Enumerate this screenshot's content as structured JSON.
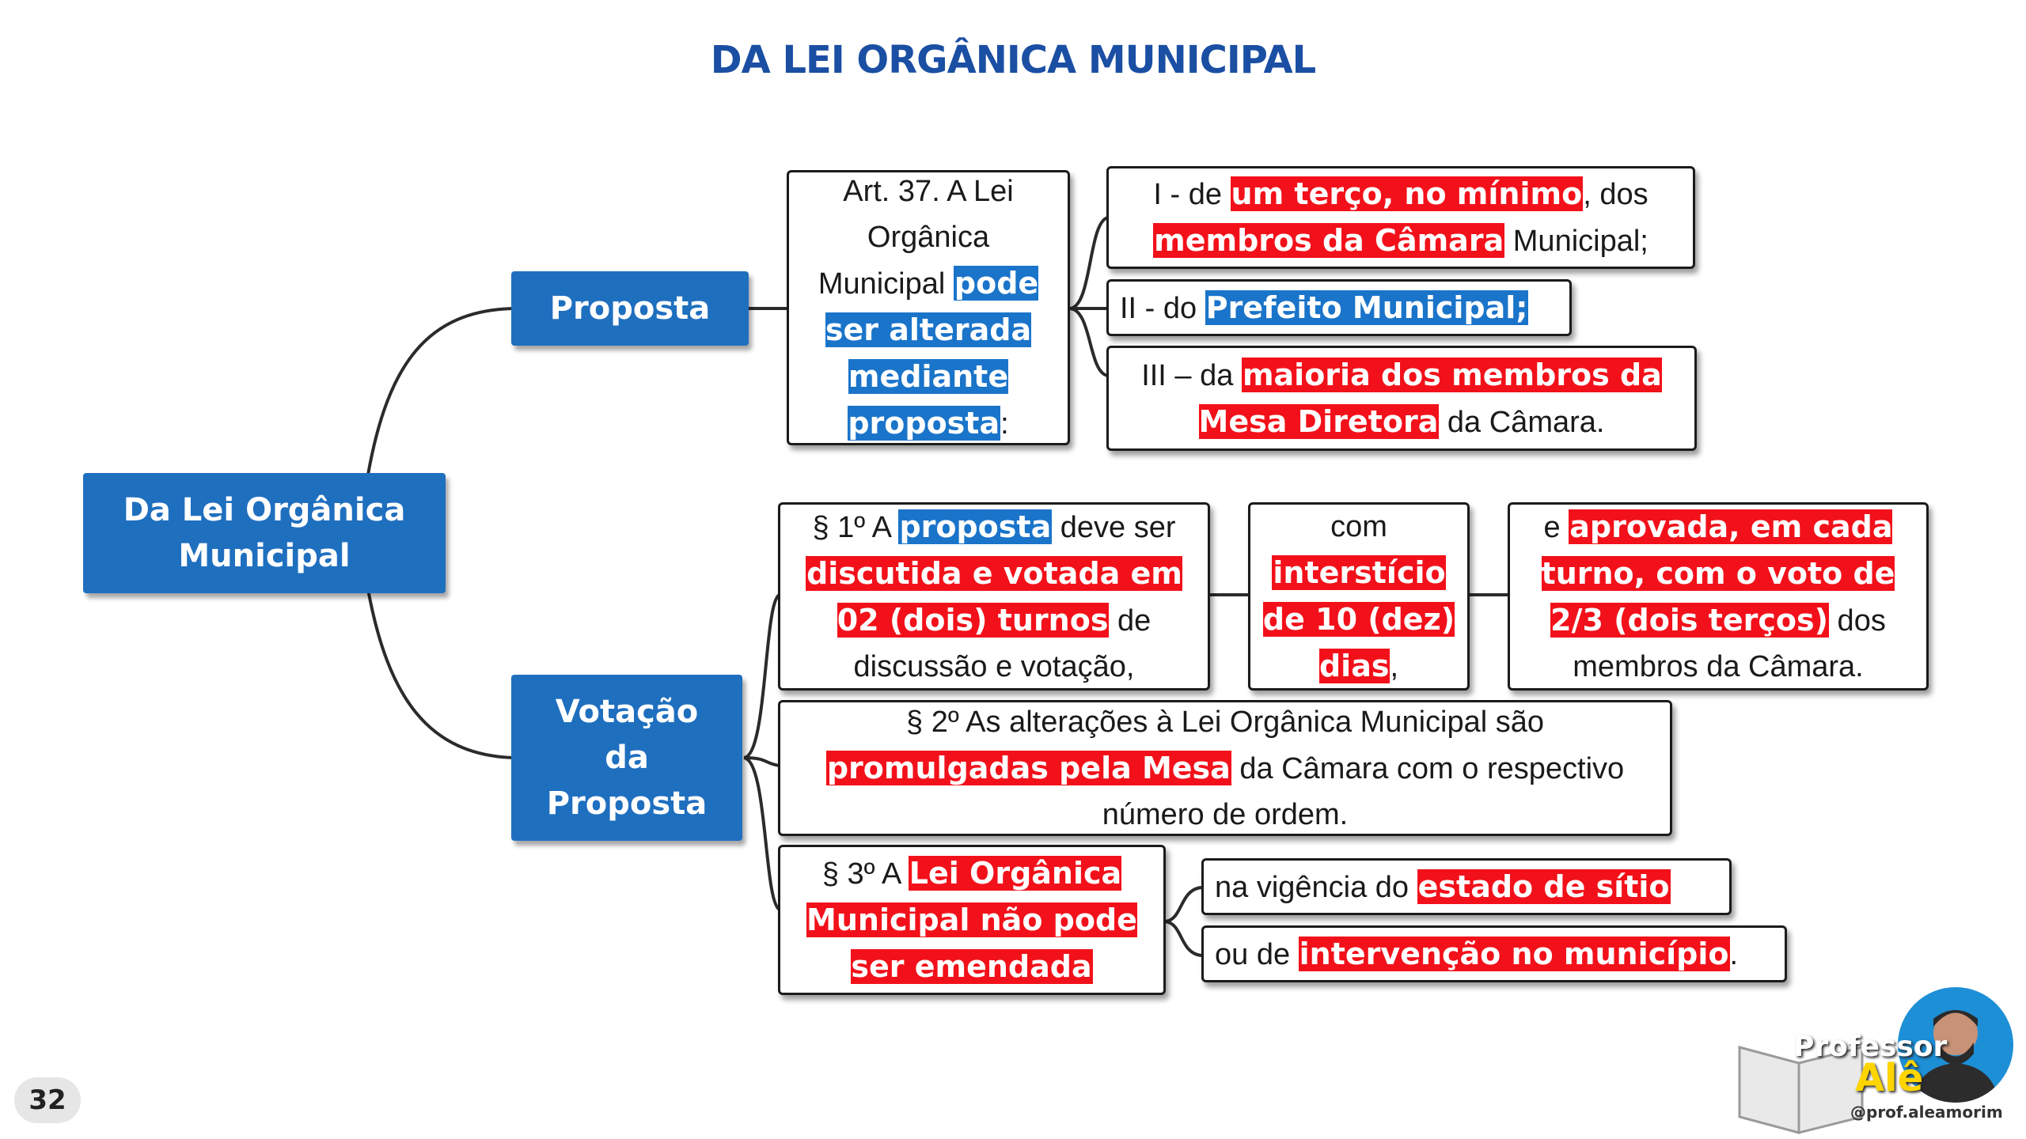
{
  "title": "DA LEI ORGÂNICA MUNICIPAL",
  "page_number": "32",
  "root": {
    "line1": "Da Lei Orgânica",
    "line2": "Municipal"
  },
  "proposta": {
    "label": "Proposta",
    "art": {
      "t1": "Art. 37. A Lei Orgânica Municipal ",
      "h1": "pode ser alterada mediante proposta",
      "t2": ":"
    },
    "items": [
      {
        "t1": "I - de ",
        "h1": "um terço, no mínimo",
        "t2": ", dos ",
        "h2": "membros da Câmara",
        "t3": " Municipal;"
      },
      {
        "t1": "II - do ",
        "h1": "Prefeito Municipal;"
      },
      {
        "t1": "III – da ",
        "h1": "maioria dos membros da Mesa Diretora",
        "t2": " da Câmara."
      }
    ]
  },
  "votacao": {
    "label": {
      "line1": "Votação",
      "line2": "da",
      "line3": "Proposta"
    },
    "p1": {
      "t1": "§ 1º A ",
      "h1": "proposta",
      "t2": " deve ser ",
      "h2": "discutida e votada em 02 (dois) turnos",
      "t3": " de discussão e votação,"
    },
    "p1b": {
      "t1": "com ",
      "h1": "interstício de 10 (dez) dias",
      "t2": ","
    },
    "p1c": {
      "t1": "e ",
      "h1": "aprovada, em cada turno, com o voto de 2/3 (dois terços)",
      "t2": " dos membros da Câmara."
    },
    "p2": {
      "t1": "§ 2º As alterações à Lei Orgânica Municipal são ",
      "h1": "promulgadas pela Mesa",
      "t2": " da Câmara com o respectivo número de ordem."
    },
    "p3": {
      "t1": "§ 3º A ",
      "h1": "Lei Orgânica Municipal não pode ser emendada"
    },
    "p3a": {
      "t1": "na vigência do ",
      "h1": "estado de sítio"
    },
    "p3b": {
      "t1": "ou de ",
      "h1": "intervenção no município",
      "t2": "."
    }
  },
  "brand": {
    "name1": "Professor",
    "name2": "Alê",
    "handle": "@prof.aleamorim"
  },
  "colors": {
    "title": "#1a4fa3",
    "node": "#1f6fbf",
    "highlight_red": "#f2111a",
    "highlight_blue": "#1a74c9"
  }
}
